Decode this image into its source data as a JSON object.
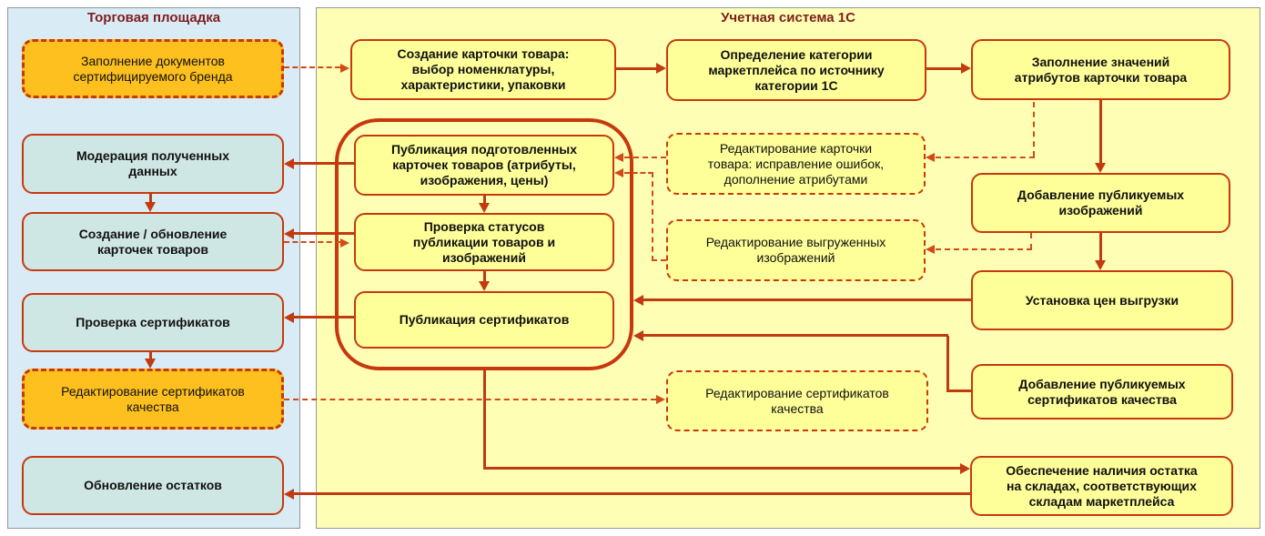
{
  "panels": {
    "marketplace": {
      "title": "Торговая площадка"
    },
    "accounting": {
      "title": "Учетная система 1С"
    }
  },
  "nodes": {
    "fill_docs": {
      "label": "Заполнение документов\nсертифицируемого бренда"
    },
    "moderation": {
      "label": "Модерация полученных\nданных"
    },
    "create_update_cards": {
      "label": "Создание / обновление\nкарточек товаров"
    },
    "check_certs": {
      "label": "Проверка сертификатов"
    },
    "edit_certs_mp": {
      "label": "Редактирование сертификатов\nкачества"
    },
    "update_stock": {
      "label": "Обновление остатков"
    },
    "create_card": {
      "label": "Создание карточки товара:\nвыбор номенклатуры,\nхарактеристики, упаковки"
    },
    "define_category": {
      "label": "Определение категории\nмаркетплейса по источнику\nкатегории 1С"
    },
    "fill_attrs": {
      "label": "Заполнение значений\nатрибутов карточки товара"
    },
    "publish_cards": {
      "label": "Публикация подготовленных\nкарточек товаров (атрибуты,\nизображения, цены)"
    },
    "check_status": {
      "label": "Проверка статусов\nпубликации товаров и\nизображений"
    },
    "publish_certs": {
      "label": "Публикация сертификатов"
    },
    "edit_card": {
      "label": "Редактирование карточки\nтовара: исправление ошибок,\nдополнение атрибутами"
    },
    "edit_images": {
      "label": "Редактирование выгруженных\nизображений"
    },
    "add_images": {
      "label": "Добавление публикуемых\nизображений"
    },
    "set_prices": {
      "label": "Установка цен выгрузки"
    },
    "add_certs": {
      "label": "Добавление публикуемых\nсертификатов качества"
    },
    "edit_certs_1c": {
      "label": "Редактирование сертификатов\nкачества"
    },
    "ensure_stock": {
      "label": "Обеспечение наличия остатка\nна складах, соответствующих\nскладам маркетплейса"
    }
  },
  "edges": [
    {
      "from": "fill_docs",
      "to": "create_card",
      "style": "dashed"
    },
    {
      "from": "create_card",
      "to": "define_category",
      "style": "solid"
    },
    {
      "from": "define_category",
      "to": "fill_attrs",
      "style": "solid"
    },
    {
      "from": "fill_attrs",
      "to": "add_images",
      "style": "solid"
    },
    {
      "from": "add_images",
      "to": "set_prices",
      "style": "solid"
    },
    {
      "from": "fill_attrs",
      "to": "edit_card",
      "style": "dashed"
    },
    {
      "from": "add_images",
      "to": "edit_images",
      "style": "dashed"
    },
    {
      "from": "edit_card",
      "to": "publish_cards",
      "style": "dashed"
    },
    {
      "from": "edit_images",
      "to": "publish_cards",
      "style": "dashed"
    },
    {
      "from": "publish_cards",
      "to": "check_status",
      "style": "solid"
    },
    {
      "from": "check_status",
      "to": "publish_certs",
      "style": "solid"
    },
    {
      "from": "publish_cards",
      "to": "moderation",
      "style": "solid"
    },
    {
      "from": "check_status",
      "to": "create_update_cards",
      "style": "solid"
    },
    {
      "from": "create_update_cards",
      "to": "check_status",
      "style": "dashed"
    },
    {
      "from": "publish_certs",
      "to": "check_certs",
      "style": "solid"
    },
    {
      "from": "moderation",
      "to": "create_update_cards",
      "style": "solid"
    },
    {
      "from": "check_certs",
      "to": "edit_certs_mp",
      "style": "solid"
    },
    {
      "from": "edit_certs_mp",
      "to": "edit_certs_1c",
      "style": "dashed"
    },
    {
      "from": "set_prices",
      "to": "publish_group",
      "style": "solid"
    },
    {
      "from": "add_certs",
      "to": "publish_group",
      "style": "solid"
    },
    {
      "from": "publish_group",
      "to": "ensure_stock",
      "style": "solid"
    },
    {
      "from": "ensure_stock",
      "to": "update_stock",
      "style": "solid"
    }
  ],
  "colors": {
    "solid_arrow": "#c23a10",
    "dashed_arrow": "#d14a17",
    "box_border": "#c8380e",
    "yellow_box": "#ffff99",
    "teal_box": "#cfe7e4",
    "orange_box": "#fdc01e",
    "panel_marketplace_bg": "#d9ebf4",
    "panel_accounting_bg": "#feffb5",
    "title_text": "#7e1e1e"
  }
}
